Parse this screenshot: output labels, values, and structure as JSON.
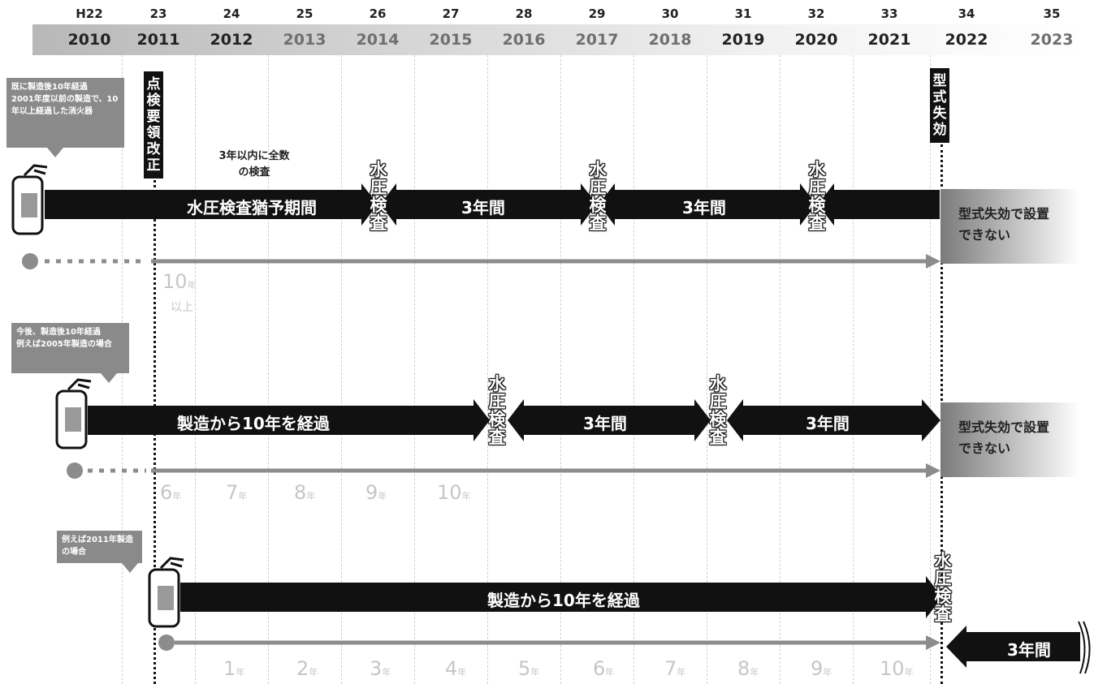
{
  "timeline": {
    "heisei": [
      "H22",
      "23",
      "24",
      "25",
      "26",
      "27",
      "28",
      "29",
      "30",
      "31",
      "32",
      "33",
      "34",
      "35"
    ],
    "years": [
      "2010",
      "2011",
      "2012",
      "2013",
      "2014",
      "2015",
      "2016",
      "2017",
      "2018",
      "2019",
      "2020",
      "2021",
      "2022",
      "2023"
    ]
  },
  "markers": {
    "revision": "点検要領改正",
    "expiry": "型式失効"
  },
  "row1": {
    "callout_l1": "既に製造後10年経過",
    "callout_l2": "2001年度以前の製造で、10年以上経過した消火器",
    "note": "3年以内に全数の検査",
    "bar_label": "水圧検査猶予期間",
    "inspection": "水圧検査",
    "period": "3年間",
    "status": "型式失効で設置できない",
    "age_num": "10",
    "age_unit": "年",
    "age_sub": "以上"
  },
  "row2": {
    "callout_l1": "今後、製造後10年経過",
    "callout_l2": "例えば2005年製造の場合",
    "bar_label": "製造から10年を経過",
    "inspection": "水圧検査",
    "period": "3年間",
    "status": "型式失効で設置できない",
    "ages": [
      "6",
      "7",
      "8",
      "9",
      "10"
    ],
    "age_unit": "年"
  },
  "row3": {
    "callout": "例えば2011年製造の場合",
    "bar_label": "製造から10年を経過",
    "inspection": "水圧検査",
    "period": "3年間",
    "ages": [
      "1",
      "2",
      "3",
      "4",
      "5",
      "6",
      "7",
      "8",
      "9",
      "10"
    ],
    "age_unit": "年"
  },
  "colors": {
    "bar": "#111111",
    "gray_line": "#8c8c8c",
    "header_gradient_start": "#bbbbbb"
  }
}
